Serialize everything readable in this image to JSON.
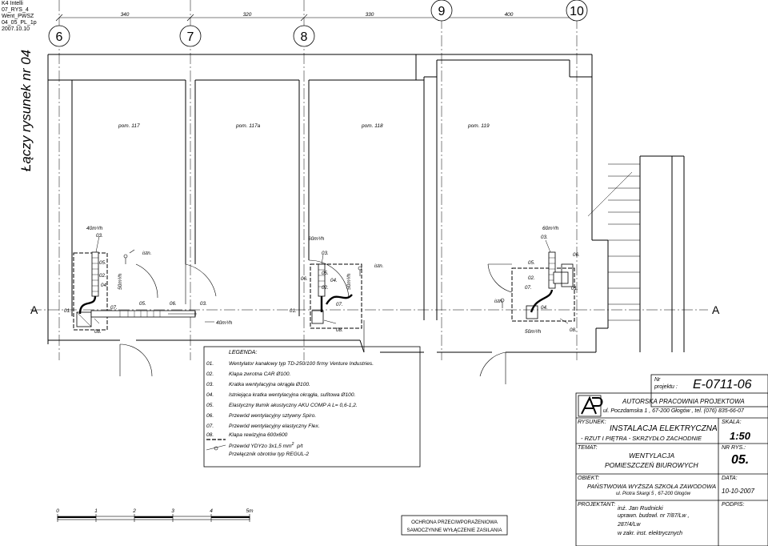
{
  "header": {
    "lines": [
      "K4  Intelli",
      "07_RYS_4",
      "Went_PWSZ",
      "04_05_PL_1p",
      "2007.10.10"
    ]
  },
  "side_label": "Łączy rysunek  nr 04",
  "grid": {
    "axes": [
      "6",
      "7",
      "8",
      "9",
      "10"
    ],
    "dimensions": [
      "340",
      "320",
      "330",
      "400"
    ],
    "row_label": "A"
  },
  "rooms": [
    "pom. 117",
    "pom. 117a",
    "pom. 118",
    "pom. 119"
  ],
  "flows": [
    "40m³/h",
    "60m³/h",
    "60m³/h",
    "50m³/h",
    "40m³/h",
    "50m³/h",
    "50m³/h"
  ],
  "tags": {
    "n01": "01.",
    "n02": "02.",
    "n03": "03.",
    "n04": "04.",
    "n05": "05.",
    "n06": "06.",
    "n07": "07.",
    "n08": "08.",
    "istn": "istn."
  },
  "legend": {
    "title": "LEGENDA:",
    "items": [
      {
        "num": "01.",
        "text": "Wentylator kanałowy typ TD-250/100 firmy Venture Industries."
      },
      {
        "num": "02.",
        "text": "Klapa zwrotna CAR Ø100."
      },
      {
        "num": "03.",
        "text": "Kratka wentylacyjna okrągła Ø100."
      },
      {
        "num": "04.",
        "text": "Istniejąca kratka wentylacyjna okrągła, sufitowa Ø100."
      },
      {
        "num": "05.",
        "text": "Elastyczny tłumik akustyczny AKU COMP A L= 0,6-1,2."
      },
      {
        "num": "06.",
        "text": "Przewód wentylacyjny sztywny Spiro."
      },
      {
        "num": "07.",
        "text": "Przewód wentylacyjny elastyczny Flex."
      },
      {
        "num": "08.",
        "text": "Klapa rewizyjna 600x600"
      }
    ],
    "cable": "Przewód  YDYżo 3x1,5 mm",
    "cable_sup": "2",
    "cable_tail": "p/t",
    "switch": "Przełącznik  obrotów  typ  REGUL-2"
  },
  "scale_bar": {
    "ticks": [
      "0",
      "1",
      "2",
      "3",
      "4",
      "5m"
    ]
  },
  "fire_note": [
    "OCHRONA  PRZECIWPORAŻENIOWA",
    "SAMOCZYNNE  WYŁĄCZENIE  ZASILANIA"
  ],
  "title_block": {
    "project_label": "Nr\nprojektu :",
    "project_label_1": "Nr",
    "project_label_2": "projektu :",
    "project_no": "E-0711-06",
    "office": "AUTORSKA  PRACOWNIA  PROJEKTOWA",
    "address": "ul. Poczdamska 1 , 67-200 Głogów , tel. (076) 835-66-07",
    "drawing_label": "RYSUNEK:",
    "drawing_1": "INSTALACJA  ELEKTRYCZNA",
    "drawing_2": "-  RZUT I PIĘTRA  -  SKRZYDŁO ZACHODNIE",
    "scale_label": "SKALA:",
    "scale": "1:50",
    "topic_label": "TEMAT:",
    "topic_1": "WENTYLACJA",
    "topic_2": "POMIESZCZEŃ  BIUROWYCH",
    "sheet_label": "NR RYS.:",
    "sheet": "05.",
    "object_label": "OBIEKT:",
    "object_1": "PAŃSTWOWA  WYŻSZA  SZKOŁA  ZAWODOWA",
    "object_2": "ul. Piotra Skargi 5 ,  67-200 Głogów",
    "date_label": "DATA:",
    "date": "10-10-2007",
    "designer_label": "PROJEKTANT:",
    "designer_1": "inż.  Jan Rudnicki",
    "designer_2": "uprawn. budowl. nr 7/87/Lw ,",
    "designer_3": "287/4/Lw",
    "designer_4": "w zakr. inst. elektrycznych",
    "signatures_label": "PODPIS:"
  }
}
